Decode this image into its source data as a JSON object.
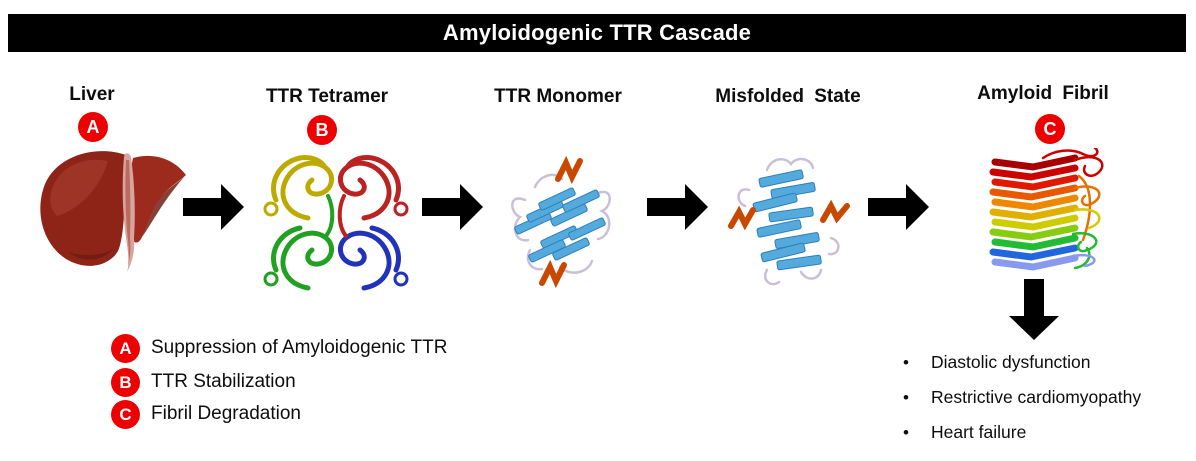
{
  "title": "Amyloidogenic TTR Cascade",
  "stages": [
    {
      "label": "Liver",
      "badge": "A",
      "image": "liver-illustration"
    },
    {
      "label": "TTR Tetramer",
      "badge": "B",
      "image": "ttr-tetramer-ribbon"
    },
    {
      "label": "TTR Monomer",
      "badge": "",
      "image": "ttr-monomer-ribbon"
    },
    {
      "label": "Misfolded State",
      "badge": "",
      "image": "misfolded-protein-ribbon"
    },
    {
      "label": "Amyloid Fibril",
      "badge": "C",
      "image": "amyloid-fibril-ribbon"
    }
  ],
  "legend": [
    {
      "badge": "A",
      "text": "Suppression of Amyloidogenic TTR"
    },
    {
      "badge": "B",
      "text": "TTR Stabilization"
    },
    {
      "badge": "C",
      "text": "Fibril Degradation"
    }
  ],
  "outcomes": [
    "Diastolic dysfunction",
    "Restrictive cardiomyopathy",
    "Heart failure"
  ],
  "colors": {
    "badge": "#EE0000",
    "title_bar_bg": "#000000",
    "title_text": "#FFFFFF",
    "arrow": "#000000",
    "tetramer_subunits": [
      "#BCAA00",
      "#BB2222",
      "#22A022",
      "#2233BB"
    ],
    "monomer_sheet": "#55AADD",
    "helix_accent": "#C84800",
    "fibril_rainbow": [
      "#A80000",
      "#CC0000",
      "#E01800",
      "#E85800",
      "#EE8800",
      "#E0B000",
      "#CCCC00",
      "#88CC11",
      "#22BB33",
      "#2266DD",
      "#8899EE"
    ]
  }
}
